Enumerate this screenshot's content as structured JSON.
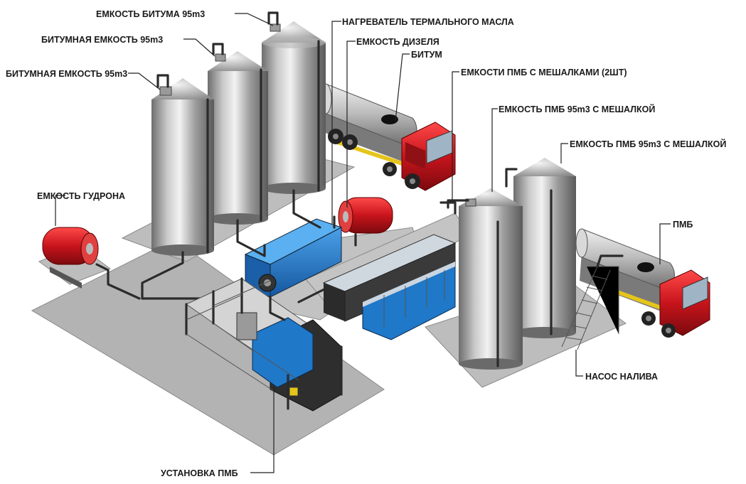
{
  "labels": {
    "bitumen_tank_1": "ЕМКОСТЬ БИТУМА 95m3",
    "bitumen_tank_2": "БИТУМНАЯ ЕМКОСТЬ 95m3",
    "bitumen_tank_3": "БИТУМНАЯ ЕМКОСТЬ 95m3",
    "thermal_oil_heater": "НАГРЕВАТЕЛЬ ТЕРМАЛЬНОГО МАСЛА",
    "diesel_tank": "ЕМКОСТЬ ДИЗЕЛЯ",
    "bitumen": "БИТУМ",
    "pmb_tanks_mixers": "ЕМКОСТИ ПМБ С МЕШАЛКАМИ (2ШТ)",
    "pmb_tank_mixer_1": "ЕМКОСТЬ ПМБ 95m3 С МЕШАЛКОЙ",
    "pmb_tank_mixer_2": "ЕМКОСТЬ ПМБ 95m3 С МЕШАЛКОЙ",
    "tar_tank": "ЕМКОСТЬ ГУДРОНА",
    "pmb": "ПМБ",
    "loading_pump": "НАСОС НАЛИВА",
    "pmb_unit": "УСТАНОВКА ПМБ"
  },
  "colors": {
    "red_equipment": "#c8141c",
    "blue_equipment": "#1f78c8",
    "slab": "#b3b3b3",
    "steel": "#9a9a9a",
    "yellow_stripe": "#e5c51a"
  }
}
